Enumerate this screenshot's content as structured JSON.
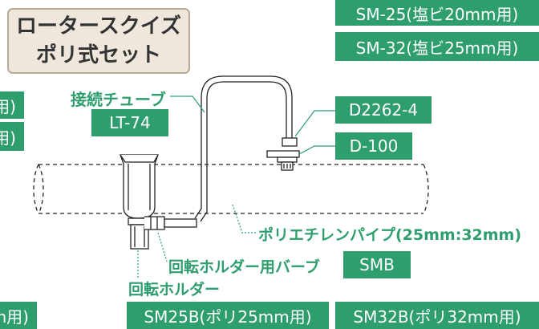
{
  "title": {
    "line1": "ロータースクイズ",
    "line2": "ポリ式セット"
  },
  "boxes": {
    "sm25": "SM-25(塩ビ20mm用)",
    "sm32": "SM-32(塩ビ25mm用)",
    "lt74": "LT-74",
    "d2262": "D2262-4",
    "d100": "D-100",
    "smb": "SMB",
    "sm25b": "SM25B(ポリ25mm用)",
    "sm32b": "SM32B(ポリ32mm用)",
    "left1": "用)",
    "left2": "用)",
    "left3": "m用)"
  },
  "labels": {
    "tube": "接続チューブ",
    "pipe": "ポリエチレンパイプ(25mm:32mm)",
    "barb": "回転ホルダー用バーブ",
    "holder": "回転ホルダー"
  },
  "colors": {
    "accent": "#2e9e6e",
    "title_bg": "#efe7dc"
  }
}
